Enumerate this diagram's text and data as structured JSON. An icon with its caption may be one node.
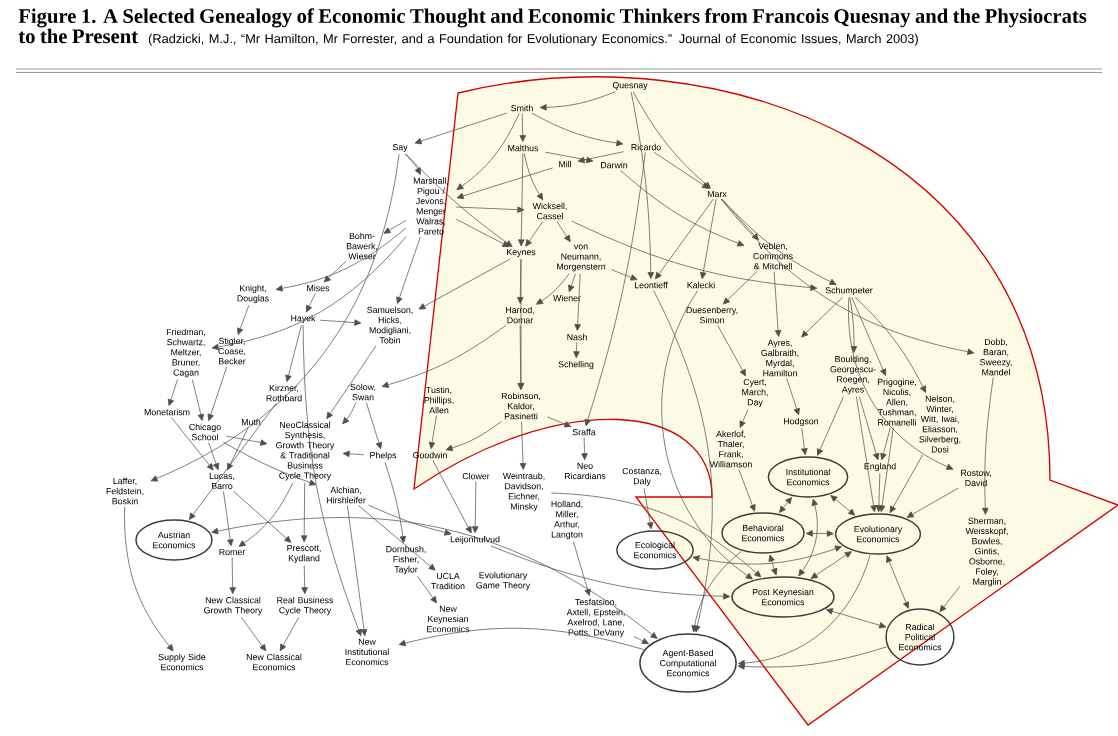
{
  "diagram": {
    "title": "Figure 1. A Selected Genealogy of Economic Thought and Economic Thinkers from Francois Quesnay and the Physiocrats to the Present",
    "caption": "(Radzicki, M.J., “Mr Hamilton, Mr Forrester, and a Foundation for Evolutionary Economics.” Journal of Economic Issues, March 2003)",
    "nodes": [
      {
        "text": [
          "Quesnay"
        ]
      },
      {
        "text": [
          "Smith"
        ]
      },
      {
        "text": [
          "Say"
        ]
      },
      {
        "text": [
          "Malthus"
        ]
      },
      {
        "text": [
          "Ricardo"
        ]
      },
      {
        "text": [
          "Mill"
        ]
      },
      {
        "text": [
          "Darwin"
        ]
      },
      {
        "text": [
          "Marshall, Pigou / Jevons, Menger Walras, Pareto"
        ]
      },
      {
        "text": [
          "Marx"
        ]
      },
      {
        "text": [
          "Wicksell, Cassel"
        ]
      },
      {
        "text": [
          "Bohm-Bawerk, Wieser"
        ]
      },
      {
        "text": [
          "Keynes"
        ]
      },
      {
        "text": [
          "von Neumann, Morgenstern"
        ]
      },
      {
        "text": [
          "Veblen, Commons & Mitchell"
        ]
      },
      {
        "text": [
          "Mises"
        ]
      },
      {
        "text": [
          "Leontieff"
        ]
      },
      {
        "text": [
          "Kalecki"
        ]
      },
      {
        "text": [
          "Schumpeter"
        ]
      },
      {
        "text": [
          "Knight, Douglas"
        ]
      },
      {
        "text": [
          "Hayek"
        ]
      },
      {
        "text": [
          "Samuelson, Hicks, Modigliani, Tobin"
        ]
      },
      {
        "text": [
          "Harrod, Domar"
        ]
      },
      {
        "text": [
          "Wiener"
        ]
      },
      {
        "text": [
          "Duesenberry, Simon"
        ]
      },
      {
        "text": [
          "Friedman, Schwartz, Meltzer, Bruner, Cagan"
        ]
      },
      {
        "text": [
          "Stigler, Coase, Becker"
        ]
      },
      {
        "text": [
          "Nash"
        ]
      },
      {
        "text": [
          "Ayres, Galbraith, Myrdal, Hamilton"
        ]
      },
      {
        "text": [
          "Boulding, Georgescu-Roegen, Ayres"
        ]
      },
      {
        "text": [
          "Dobb, Baran, Sweezy, Mandel"
        ]
      },
      {
        "text": [
          "Prigogine, Nicolis, Allen, Tushman, Romanelli"
        ]
      },
      {
        "text": [
          "Schelling"
        ]
      },
      {
        "text": [
          "Nelson, Winter, Witt, Iwai, Eliasson, Silverberg, Dosi"
        ]
      },
      {
        "text": [
          "Kirzner, Rothbard"
        ]
      },
      {
        "text": [
          "Solow, Swan"
        ]
      },
      {
        "text": [
          "Tustin, Phillips, Allen"
        ]
      },
      {
        "text": [
          "Robinson, Kaldor, Pasinetti"
        ]
      },
      {
        "text": [
          "Cyert, March, Day"
        ]
      },
      {
        "text": [
          "Monetarism"
        ]
      },
      {
        "text": [
          "Chicago School"
        ]
      },
      {
        "text": [
          "Muth"
        ]
      },
      {
        "text": [
          "NeoClassical Synthesis, Growth Theory & Traditional Business Cycle Theory"
        ]
      },
      {
        "text": [
          "Phelps"
        ]
      },
      {
        "text": [
          "Goodwin"
        ]
      },
      {
        "text": [
          "Sraffa"
        ]
      },
      {
        "text": [
          "Akerlof, Thaler, Frank, Williamson"
        ]
      },
      {
        "text": [
          "Hodgson"
        ]
      },
      {
        "text": [
          "Clower"
        ]
      },
      {
        "text": [
          "Weintraub, Davidson, Eichner, Minsky"
        ]
      },
      {
        "text": [
          "Neo Ricardians"
        ]
      },
      {
        "text": [
          "Costanza, Daly"
        ]
      },
      {
        "text": [
          "Rostow, David"
        ]
      },
      {
        "text": [
          "Institutional Economics"
        ]
      },
      {
        "text": [
          "England"
        ]
      },
      {
        "text": [
          "Lucas, Barro"
        ]
      },
      {
        "text": [
          "Laffer, Feldstein, Boskin"
        ]
      },
      {
        "text": [
          "Alchian, Hirshleifer"
        ]
      },
      {
        "text": [
          "Holland, Miller, Arthur, Langton"
        ]
      },
      {
        "text": [
          "Behavioral Economics"
        ]
      },
      {
        "text": [
          "Evolutionary Economics"
        ]
      },
      {
        "text": [
          "Austrian Economics"
        ]
      },
      {
        "text": [
          "Romer"
        ]
      },
      {
        "text": [
          "Prescott, Kydland"
        ]
      },
      {
        "text": [
          "Leijonhufvud"
        ]
      },
      {
        "text": [
          "Dornbush, Fisher, Taylor"
        ]
      },
      {
        "text": [
          "Ecological Economics"
        ]
      },
      {
        "text": [
          "UCLA Tradition"
        ]
      },
      {
        "text": [
          "Evolutionary Game Theory"
        ]
      },
      {
        "text": [
          "Sherman, Weisskopf, Bowles, Gintis, Osborne, Foley, Marglin"
        ]
      },
      {
        "text": [
          "New Classical Growth Theory"
        ]
      },
      {
        "text": [
          "Real Business Cycle Theory"
        ]
      },
      {
        "text": [
          "Post Keynesian Economics"
        ]
      },
      {
        "text": [
          "New Keynesian Economics"
        ]
      },
      {
        "text": [
          "Tesfatsion, Axtell, Epstein, Axelrod, Lane, Potts, DeVany"
        ]
      },
      {
        "text": [
          "Radical Political Economics"
        ]
      },
      {
        "text": [
          "Supply Side Economics"
        ]
      },
      {
        "text": [
          "New Classical Economics"
        ]
      },
      {
        "text": [
          "New Institutional Economics"
        ]
      },
      {
        "text": [
          "Agent-Based Computational Economics"
        ]
      }
    ],
    "edges": [
      {
        "from": 0,
        "to": 1,
        "arrow": "to"
      },
      {
        "from": 0,
        "to": 8,
        "arrow": "to"
      },
      {
        "from": 0,
        "to": 15,
        "arrow": "to"
      },
      {
        "from": 1,
        "to": 2,
        "arrow": "to"
      },
      {
        "from": 1,
        "to": 3,
        "arrow": "to"
      },
      {
        "from": 1,
        "to": 4,
        "arrow": "to"
      },
      {
        "from": 1,
        "to": 7,
        "arrow": "to"
      },
      {
        "from": 2,
        "to": 7,
        "arrow": "to"
      },
      {
        "from": 2,
        "to": 11,
        "arrow": "to"
      },
      {
        "from": 2,
        "to": 55,
        "arrow": "to"
      },
      {
        "from": 3,
        "to": 11,
        "arrow": "to"
      },
      {
        "from": 3,
        "to": 6,
        "arrow": "to"
      },
      {
        "from": 3,
        "to": 9,
        "arrow": "to"
      },
      {
        "from": 4,
        "to": 5,
        "arrow": "to"
      },
      {
        "from": 4,
        "to": 8,
        "arrow": "to"
      },
      {
        "from": 4,
        "to": 44,
        "arrow": "to"
      },
      {
        "from": 5,
        "to": 7,
        "arrow": "to"
      },
      {
        "from": 6,
        "to": 13,
        "arrow": "to"
      },
      {
        "from": 8,
        "to": 13,
        "arrow": "to"
      },
      {
        "from": 8,
        "to": 15,
        "arrow": "to"
      },
      {
        "from": 8,
        "to": 16,
        "arrow": "to"
      },
      {
        "from": 8,
        "to": 17,
        "arrow": "to"
      },
      {
        "from": 8,
        "to": 29,
        "arrow": "to"
      },
      {
        "from": 7,
        "to": 10,
        "arrow": "to"
      },
      {
        "from": 7,
        "to": 9,
        "arrow": "to"
      },
      {
        "from": 7,
        "to": 11,
        "arrow": "to"
      },
      {
        "from": 7,
        "to": 20,
        "arrow": "to"
      },
      {
        "from": 7,
        "to": 24,
        "arrow": "to"
      },
      {
        "from": 7,
        "to": 18,
        "arrow": "to"
      },
      {
        "from": 10,
        "to": 14,
        "arrow": "to"
      },
      {
        "from": 14,
        "to": 19,
        "arrow": "to"
      },
      {
        "from": 19,
        "to": 20,
        "arrow": "to"
      },
      {
        "from": 19,
        "to": 33,
        "arrow": "to"
      },
      {
        "from": 19,
        "to": 77,
        "arrow": "to"
      },
      {
        "from": 18,
        "to": 25,
        "arrow": "to"
      },
      {
        "from": 9,
        "to": 12,
        "arrow": "to"
      },
      {
        "from": 9,
        "to": 11,
        "arrow": "to"
      },
      {
        "from": 9,
        "to": 17,
        "arrow": "to"
      },
      {
        "from": 11,
        "to": 21,
        "arrow": "to"
      },
      {
        "from": 11,
        "to": 36,
        "arrow": "to"
      },
      {
        "from": 11,
        "to": 20,
        "arrow": "to"
      },
      {
        "from": 12,
        "to": 15,
        "arrow": "to"
      },
      {
        "from": 12,
        "to": 22,
        "arrow": "to"
      },
      {
        "from": 12,
        "to": 26,
        "arrow": "to"
      },
      {
        "from": 12,
        "to": 21,
        "arrow": "to"
      },
      {
        "from": 26,
        "to": 31,
        "arrow": "to"
      },
      {
        "from": 13,
        "to": 27,
        "arrow": "to"
      },
      {
        "from": 13,
        "to": 23,
        "arrow": "to"
      },
      {
        "from": 17,
        "to": 28,
        "arrow": "to"
      },
      {
        "from": 17,
        "to": 30,
        "arrow": "to"
      },
      {
        "from": 17,
        "to": 32,
        "arrow": "to"
      },
      {
        "from": 17,
        "to": 27,
        "arrow": "to"
      },
      {
        "from": 17,
        "to": 51,
        "arrow": "to"
      },
      {
        "from": 23,
        "to": 37,
        "arrow": "to"
      },
      {
        "from": 27,
        "to": 46,
        "arrow": "to"
      },
      {
        "from": 46,
        "to": 52,
        "arrow": "to"
      },
      {
        "from": 37,
        "to": 45,
        "arrow": "to"
      },
      {
        "from": 21,
        "to": 36,
        "arrow": "to"
      },
      {
        "from": 21,
        "to": 34,
        "arrow": "to"
      },
      {
        "from": 20,
        "to": 41,
        "arrow": "to"
      },
      {
        "from": 34,
        "to": 41,
        "arrow": "to"
      },
      {
        "from": 34,
        "to": 42,
        "arrow": "to"
      },
      {
        "from": 42,
        "to": 41,
        "arrow": "to"
      },
      {
        "from": 42,
        "to": 64,
        "arrow": "to"
      },
      {
        "from": 24,
        "to": 38,
        "arrow": "to"
      },
      {
        "from": 24,
        "to": 39,
        "arrow": "to"
      },
      {
        "from": 25,
        "to": 39,
        "arrow": "to"
      },
      {
        "from": 38,
        "to": 54,
        "arrow": "to"
      },
      {
        "from": 39,
        "to": 54,
        "arrow": "to"
      },
      {
        "from": 39,
        "to": 41,
        "arrow": "to"
      },
      {
        "from": 39,
        "to": 56,
        "arrow": "to"
      },
      {
        "from": 40,
        "to": 54,
        "arrow": "to"
      },
      {
        "from": 33,
        "to": 60,
        "arrow": "to"
      },
      {
        "from": 54,
        "to": 61,
        "arrow": "to"
      },
      {
        "from": 54,
        "to": 62,
        "arrow": "to"
      },
      {
        "from": 41,
        "to": 61,
        "arrow": "to"
      },
      {
        "from": 41,
        "to": 62,
        "arrow": "to"
      },
      {
        "from": 61,
        "to": 69,
        "arrow": "to"
      },
      {
        "from": 62,
        "to": 70,
        "arrow": "to"
      },
      {
        "from": 69,
        "to": 76,
        "arrow": "to"
      },
      {
        "from": 70,
        "to": 76,
        "arrow": "to"
      },
      {
        "from": 55,
        "to": 75,
        "arrow": "to"
      },
      {
        "from": 64,
        "to": 72,
        "arrow": "to"
      },
      {
        "from": 56,
        "to": 66,
        "arrow": "to"
      },
      {
        "from": 56,
        "to": 77,
        "arrow": "to"
      },
      {
        "from": 56,
        "to": 63,
        "arrow": "to"
      },
      {
        "from": 47,
        "to": 63,
        "arrow": "to"
      },
      {
        "from": 43,
        "to": 63,
        "arrow": "to"
      },
      {
        "from": 35,
        "to": 43,
        "arrow": "to"
      },
      {
        "from": 36,
        "to": 43,
        "arrow": "to"
      },
      {
        "from": 36,
        "to": 44,
        "arrow": "to"
      },
      {
        "from": 36,
        "to": 48,
        "arrow": "to"
      },
      {
        "from": 44,
        "to": 49,
        "arrow": "to"
      },
      {
        "from": 57,
        "to": 73,
        "arrow": "to"
      },
      {
        "from": 73,
        "to": 78,
        "arrow": "to"
      },
      {
        "from": 50,
        "to": 65,
        "arrow": "to"
      },
      {
        "from": 45,
        "to": 58,
        "arrow": "to"
      },
      {
        "from": 52,
        "to": 59,
        "arrow": "both"
      },
      {
        "from": 58,
        "to": 59,
        "arrow": "both"
      },
      {
        "from": 58,
        "to": 52,
        "arrow": "both"
      },
      {
        "from": 58,
        "to": 71,
        "arrow": "both"
      },
      {
        "from": 52,
        "to": 71,
        "arrow": "both"
      },
      {
        "from": 59,
        "to": 71,
        "arrow": "both"
      },
      {
        "from": 59,
        "to": 65,
        "arrow": "both"
      },
      {
        "from": 71,
        "to": 74,
        "arrow": "both"
      },
      {
        "from": 59,
        "to": 74,
        "arrow": "both"
      },
      {
        "from": 59,
        "to": 78,
        "arrow": "to"
      },
      {
        "from": 58,
        "to": 78,
        "arrow": "to"
      },
      {
        "from": 74,
        "to": 78,
        "arrow": "to"
      },
      {
        "from": 78,
        "to": 77,
        "arrow": "to"
      },
      {
        "from": 78,
        "to": 60,
        "arrow": "both"
      },
      {
        "from": 53,
        "to": 59,
        "arrow": "to"
      },
      {
        "from": 30,
        "to": 53,
        "arrow": "to"
      },
      {
        "from": 30,
        "to": 59,
        "arrow": "to"
      },
      {
        "from": 32,
        "to": 59,
        "arrow": "to"
      },
      {
        "from": 51,
        "to": 59,
        "arrow": "to"
      },
      {
        "from": 28,
        "to": 52,
        "arrow": "to"
      },
      {
        "from": 28,
        "to": 53,
        "arrow": "to"
      },
      {
        "from": 28,
        "to": 59,
        "arrow": "to"
      },
      {
        "from": 29,
        "to": 68,
        "arrow": "to"
      },
      {
        "from": 68,
        "to": 74,
        "arrow": "to"
      },
      {
        "from": 48,
        "to": 71,
        "arrow": "to"
      },
      {
        "from": 63,
        "to": 71,
        "arrow": "to"
      },
      {
        "from": 16,
        "to": 71,
        "arrow": "to"
      },
      {
        "from": 15,
        "to": 78,
        "arrow": "to"
      }
    ]
  }
}
